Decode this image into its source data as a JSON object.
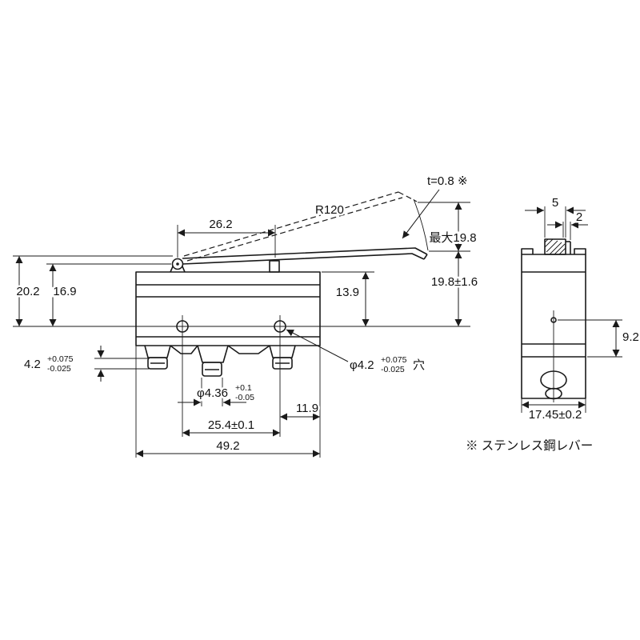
{
  "drawing": {
    "front": {
      "dim_26_2": "26.2",
      "r120": "R120",
      "t08": "t=0.8 ※",
      "max_198": "最大19.8",
      "h_198": "19.8±1.6",
      "dim_13_9": "13.9",
      "dim_20_2": "20.2",
      "dim_16_9": "16.9",
      "slot_42": {
        "value": "4.2",
        "tol_plus": "+0.075",
        "tol_minus": "-0.025"
      },
      "boss_436": {
        "value": "φ4.36",
        "tol_plus": "+0.1",
        "tol_minus": "-0.05"
      },
      "hole_42": {
        "value": "φ4.2",
        "tol_plus": "+0.075",
        "tol_minus": "-0.025",
        "suffix": "穴"
      },
      "dim_11_9": "11.9",
      "dim_25_4": "25.4±0.1",
      "dim_49_2": "49.2"
    },
    "side": {
      "w5": "5",
      "w2": "2",
      "h92": "9.2",
      "d1745": "17.45±0.2"
    },
    "footnote": "※ ステンレス鋼レバー",
    "colors": {
      "line": "#1a1a1a",
      "background": "#ffffff"
    }
  }
}
